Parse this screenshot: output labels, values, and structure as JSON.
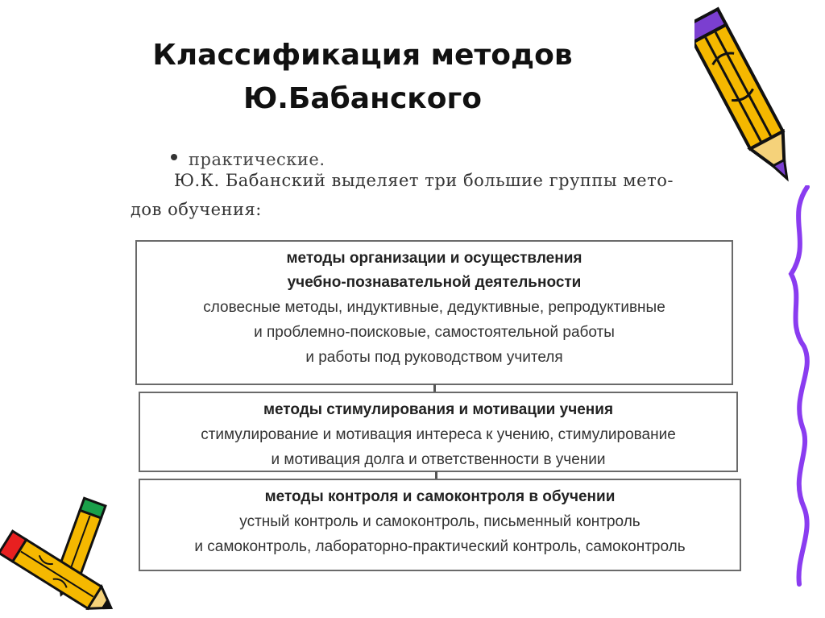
{
  "title": {
    "line1": "Классификация методов",
    "line2": "Ю.Бабанского"
  },
  "scan": {
    "bullet_fragment": "практические.",
    "intro_line1": "Ю.К. Бабанский выделяет три большие группы мето-",
    "intro_line2": "дов обучения:",
    "groups": [
      {
        "heading_lines": [
          "методы организации и осуществления",
          "учебно-познавательной деятельности"
        ],
        "body_lines": [
          "словесные методы, индуктивные, дедуктивные, репродуктивные",
          "и проблемно-поисковые, самостоятельной работы",
          "и работы под руководством учителя"
        ]
      },
      {
        "heading_lines": [
          "методы стимулирования и мотивации учения"
        ],
        "body_lines": [
          "стимулирование и мотивация интереса к учению, стимулирование",
          "и мотивация долга и ответственности в учении"
        ]
      },
      {
        "heading_lines": [
          "методы контроля и самоконтроля в обучении"
        ],
        "body_lines": [
          "устный контроль и самоконтроль, письменный контроль",
          "и самоконтроль, лабораторно-практический контроль, самоконтроль"
        ]
      }
    ]
  },
  "colors": {
    "pencil_body": "#f5b800",
    "pencil_outline": "#111111",
    "pencil_tip": "#7b3fd0",
    "pencil_eraser": "#e82020",
    "pencil_cap_green": "#1aa04a",
    "squiggle": "#8a3cf0"
  },
  "icons": {
    "top_right": "pencil-icon",
    "bottom_left": "pencils-icon",
    "right_edge": "squiggle-line"
  }
}
